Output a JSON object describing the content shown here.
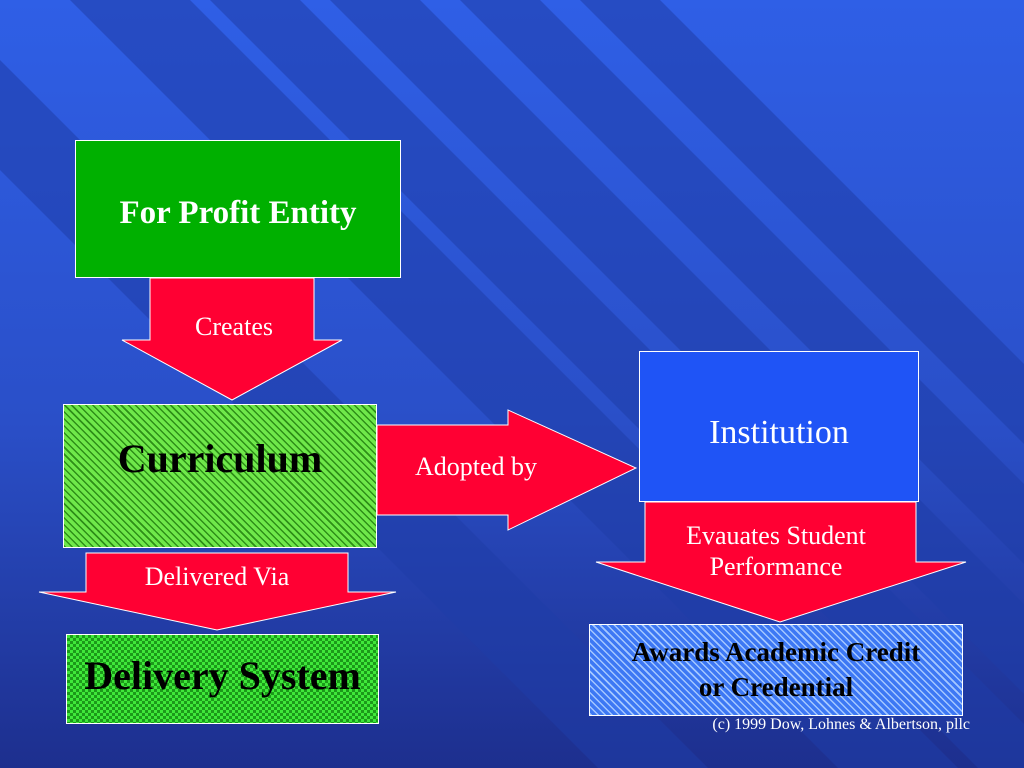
{
  "slide": {
    "boxes": {
      "for_profit": "For Profit Entity",
      "curriculum": "Curriculum",
      "delivery_system": "Delivery System",
      "institution": "Institution",
      "awards_line1": "Awards Academic Credit",
      "awards_line2": "or Credential"
    },
    "arrows": {
      "creates": "Creates",
      "adopted_by": "Adopted by",
      "delivered_via": "Delivered Via",
      "evaluates_line1": "Evauates Student",
      "evaluates_line2": "Performance"
    },
    "copyright": "(c) 1999 Dow, Lohnes & Albertson, pllc"
  },
  "colors": {
    "background": "#2a4fc8",
    "for_profit_box": "#00b000",
    "curriculum_box": "#6fe84a",
    "delivery_box": "#3fe83a",
    "institution_box": "#1f54f6",
    "awards_box": "#3d78f4",
    "arrow_fill": "#ff0033",
    "text_white": "#ffffff"
  }
}
